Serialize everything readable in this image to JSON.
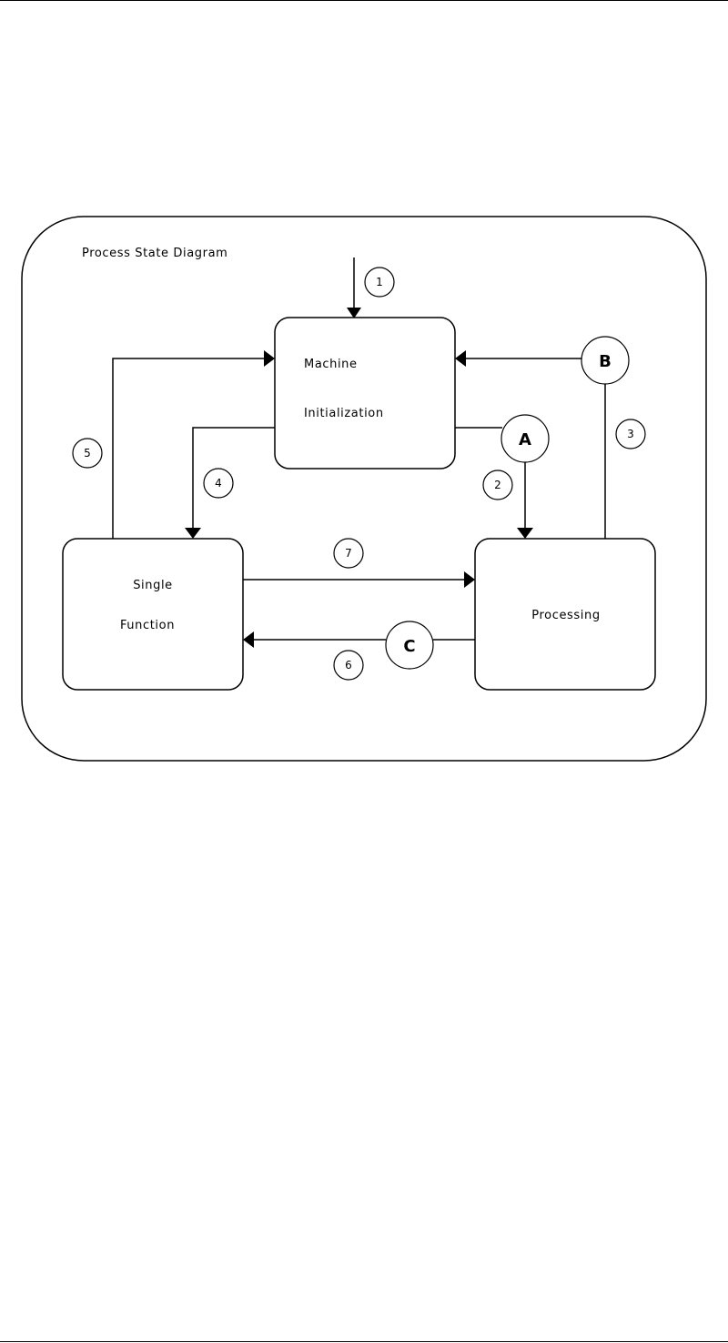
{
  "diagram": {
    "title": "Process State Diagram",
    "states": {
      "machine_init": {
        "line1": "Machine",
        "line2": "Initialization"
      },
      "single_function": {
        "line1": "Single",
        "line2": "Function"
      },
      "processing": {
        "line1": "Processing"
      }
    },
    "connectors": {
      "a": "A",
      "b": "B",
      "c": "C"
    },
    "transitions": [
      "1",
      "2",
      "3",
      "4",
      "5",
      "6",
      "7"
    ]
  }
}
